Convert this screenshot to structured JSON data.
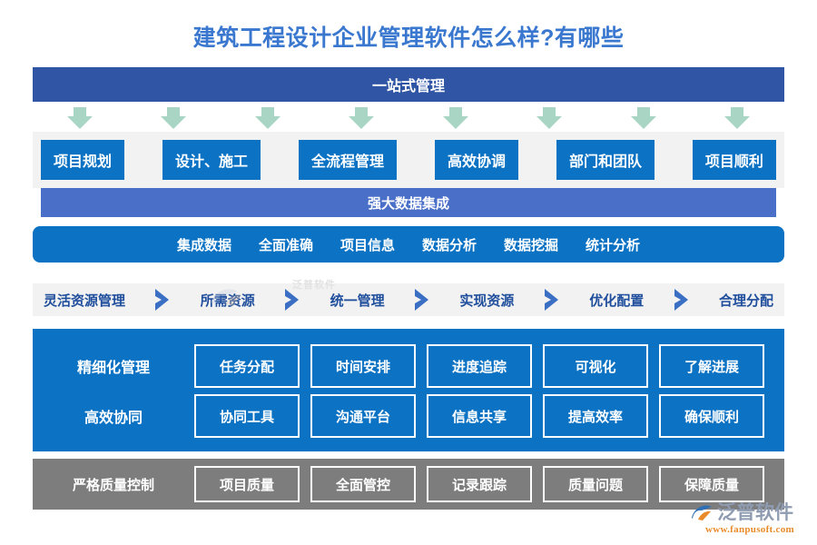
{
  "title": "建筑工程设计企业管理软件怎么样?有哪些",
  "colors": {
    "title_blue": "#3a78d0",
    "header_navy": "#2f55a4",
    "primary_blue": "#0b72c4",
    "subhead_blue": "#4a6fc8",
    "arrow_green": "#a9d5c5",
    "chevron_blue": "#3b6fc4",
    "chevron_text": "#1f4e9c",
    "grey_panel": "#7d7d7d",
    "strip_grey": "#f2f2f2",
    "logo_orange": "#e98b2a",
    "logo_grey": "#8e9bb0"
  },
  "header": {
    "label": "一站式管理"
  },
  "arrows": {
    "count": 8,
    "icon": "arrow-down-icon"
  },
  "stage_boxes": [
    {
      "label": "项目规划"
    },
    {
      "label": "设计、施工"
    },
    {
      "label": "全流程管理"
    },
    {
      "label": "高效协调"
    },
    {
      "label": "部门和团队"
    },
    {
      "label": "项目顺利"
    }
  ],
  "subhead": {
    "label": "强大数据集成"
  },
  "keywords": [
    "集成数据",
    "全面准确",
    "项目信息",
    "数据分析",
    "数据挖掘",
    "统计分析"
  ],
  "chevron_flow": {
    "steps": [
      "灵活资源管理",
      "所需资源",
      "统一管理",
      "实现资源",
      "优化配置",
      "合理分配"
    ],
    "separator_icon": "chevron-right-icon"
  },
  "blue_panel": {
    "rows": [
      {
        "label": "精细化管理",
        "cells": [
          "任务分配",
          "时间安排",
          "进度追踪",
          "可视化",
          "了解进展"
        ]
      },
      {
        "label": "高效协同",
        "cells": [
          "协同工具",
          "沟通平台",
          "信息共享",
          "提高效率",
          "确保顺利"
        ]
      }
    ]
  },
  "grey_panel": {
    "rows": [
      {
        "label": "严格质量控制",
        "cells": [
          "项目质量",
          "全面管控",
          "记录跟踪",
          "质量问题",
          "保障质量"
        ]
      }
    ]
  },
  "watermark": {
    "center_text": "泛普软件"
  },
  "logo": {
    "name": "泛普软件",
    "url": "www.fanpusoft.com",
    "mark_icon": "fanpu-swoosh-icon"
  }
}
